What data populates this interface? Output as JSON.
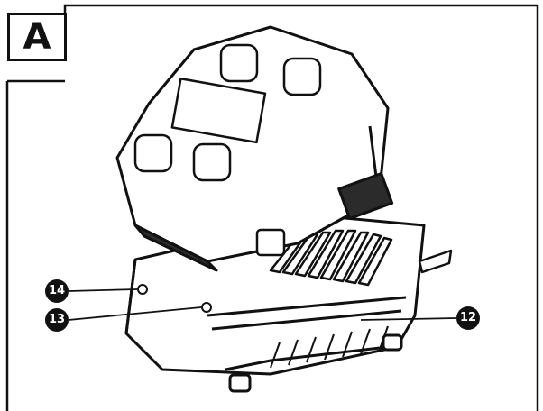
{
  "panel": {
    "label": "A"
  },
  "callouts": [
    {
      "id": "14",
      "text": "14"
    },
    {
      "id": "13",
      "text": "13"
    },
    {
      "id": "12",
      "text": "12"
    }
  ],
  "colors": {
    "line": "#111111",
    "fill": "#ffffff",
    "shade": "#2b2b2b"
  }
}
